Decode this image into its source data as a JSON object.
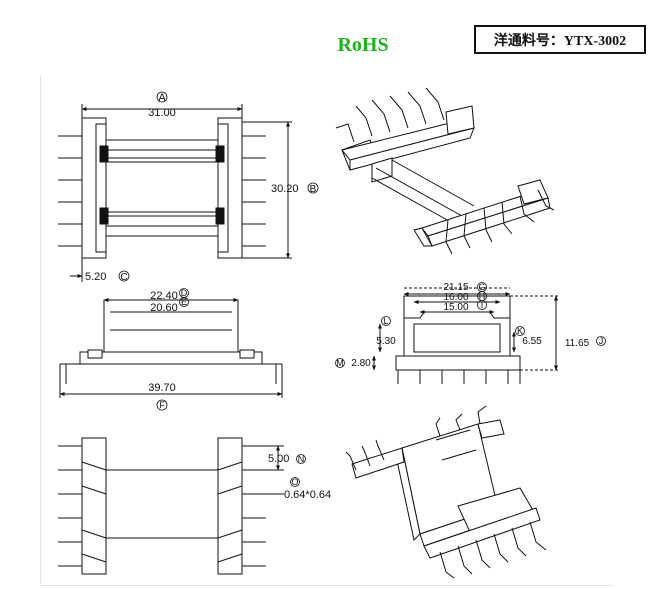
{
  "header": {
    "rohs_label": "RoHS",
    "rohs_color": "#19b619",
    "part_number": "洋通料号：YTX-3002"
  },
  "top_view": {
    "dim_width": "31.00",
    "dim_width_ref": "A",
    "dim_height": "30.20",
    "dim_height_ref": "B",
    "dim_offset": "5.20",
    "dim_offset_ref": "C"
  },
  "side_view": {
    "dim_a": "22.40",
    "dim_a_ref": "D",
    "dim_b": "20.60",
    "dim_b_ref": "E",
    "dim_overall": "39.70",
    "dim_overall_ref": "F"
  },
  "end_view": {
    "dim_g": "21.15",
    "dim_g_ref": "G",
    "dim_h": "16.00",
    "dim_h_ref": "H",
    "dim_i": "15.00",
    "dim_i_ref": "I",
    "dim_l": "5.30",
    "dim_l_ref": "L",
    "dim_k": "6.55",
    "dim_k_ref": "K",
    "dim_j": "11.65",
    "dim_j_ref": "J",
    "dim_m": "2.80",
    "dim_m_ref": "M"
  },
  "bottom_view": {
    "dim_pitch": "5.00",
    "dim_pitch_ref": "N",
    "dim_pin": "0.64*0.64",
    "dim_pin_ref": "O"
  }
}
